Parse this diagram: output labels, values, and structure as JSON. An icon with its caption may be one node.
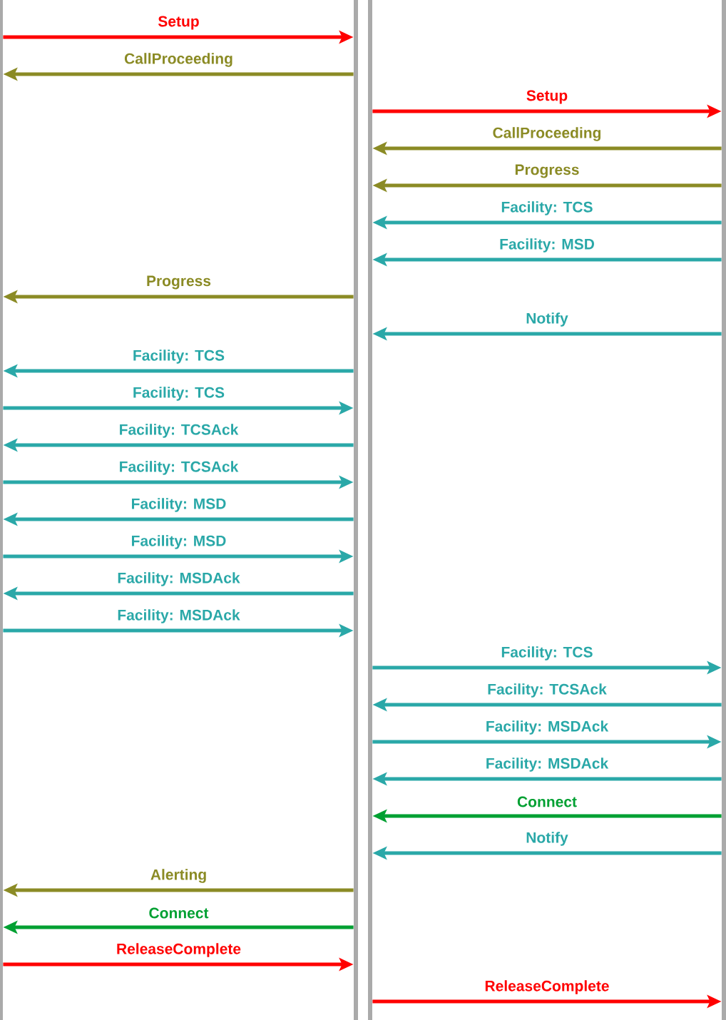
{
  "diagram": {
    "nodes": [
      {
        "text": [],
        "shape": "bar"
      },
      {
        "text": [],
        "shape": "bar"
      },
      {
        "text": [],
        "shape": "bar"
      },
      {
        "text": [],
        "shape": "bar"
      }
    ],
    "edges": [
      {
        "from": 0,
        "to": 1,
        "arrow": "to",
        "label": "Setup",
        "color": "#ff0000"
      },
      {
        "from": 1,
        "to": 0,
        "arrow": "to",
        "label": "CallProceeding",
        "color": "#8b8b25"
      },
      {
        "from": 2,
        "to": 3,
        "arrow": "to",
        "label": "Setup",
        "color": "#ff0000"
      },
      {
        "from": 3,
        "to": 2,
        "arrow": "to",
        "label": "CallProceeding",
        "color": "#8b8b25"
      },
      {
        "from": 3,
        "to": 2,
        "arrow": "to",
        "label": "Progress",
        "color": "#8b8b25"
      },
      {
        "from": 3,
        "to": 2,
        "arrow": "to",
        "label": "Facility: TCS"
      },
      {
        "from": 3,
        "to": 2,
        "arrow": "to",
        "label": "Facility: MSD"
      },
      {
        "from": 1,
        "to": 0,
        "arrow": "to",
        "label": "Progress",
        "color": "#8b8b25"
      },
      {
        "from": 3,
        "to": 2,
        "arrow": "to",
        "label": "Notify"
      },
      {
        "from": 1,
        "to": 0,
        "arrow": "to",
        "label": "Facility: TCS"
      },
      {
        "from": 0,
        "to": 1,
        "arrow": "to",
        "label": "Facility: TCS"
      },
      {
        "from": 1,
        "to": 0,
        "arrow": "to",
        "label": "Facility: TCSAck"
      },
      {
        "from": 0,
        "to": 1,
        "arrow": "to",
        "label": "Facility: TCSAck"
      },
      {
        "from": 1,
        "to": 0,
        "arrow": "to",
        "label": "Facility: MSD"
      },
      {
        "from": 0,
        "to": 1,
        "arrow": "to",
        "label": "Facility: MSD"
      },
      {
        "from": 1,
        "to": 0,
        "arrow": "to",
        "label": "Facility: MSDAck"
      },
      {
        "from": 0,
        "to": 1,
        "arrow": "to",
        "label": "Facility: MSDAck"
      },
      {
        "from": 2,
        "to": 3,
        "arrow": "to",
        "label": "Facility: TCS"
      },
      {
        "from": 3,
        "to": 2,
        "arrow": "to",
        "label": "Facility: TCSAck"
      },
      {
        "from": 2,
        "to": 3,
        "arrow": "to",
        "label": "Facility: MSDAck"
      },
      {
        "from": 3,
        "to": 2,
        "arrow": "to",
        "label": "Facility: MSDAck"
      },
      {
        "from": 3,
        "to": 2,
        "arrow": "to",
        "label": "Connect",
        "color": "#00a032"
      },
      {
        "from": 3,
        "to": 2,
        "arrow": "to",
        "label": "Notify"
      },
      {
        "from": 1,
        "to": 0,
        "arrow": "to",
        "label": "Alerting",
        "color": "#8b8b25"
      },
      {
        "from": 1,
        "to": 0,
        "arrow": "to",
        "label": "Connect",
        "color": "#00a032"
      },
      {
        "from": 0,
        "to": 1,
        "arrow": "to",
        "label": "ReleaseComplete",
        "color": "#ff0000"
      },
      {
        "from": 2,
        "to": 3,
        "arrow": "to",
        "label": "ReleaseComplete",
        "color": "#ff0000"
      }
    ]
  }
}
